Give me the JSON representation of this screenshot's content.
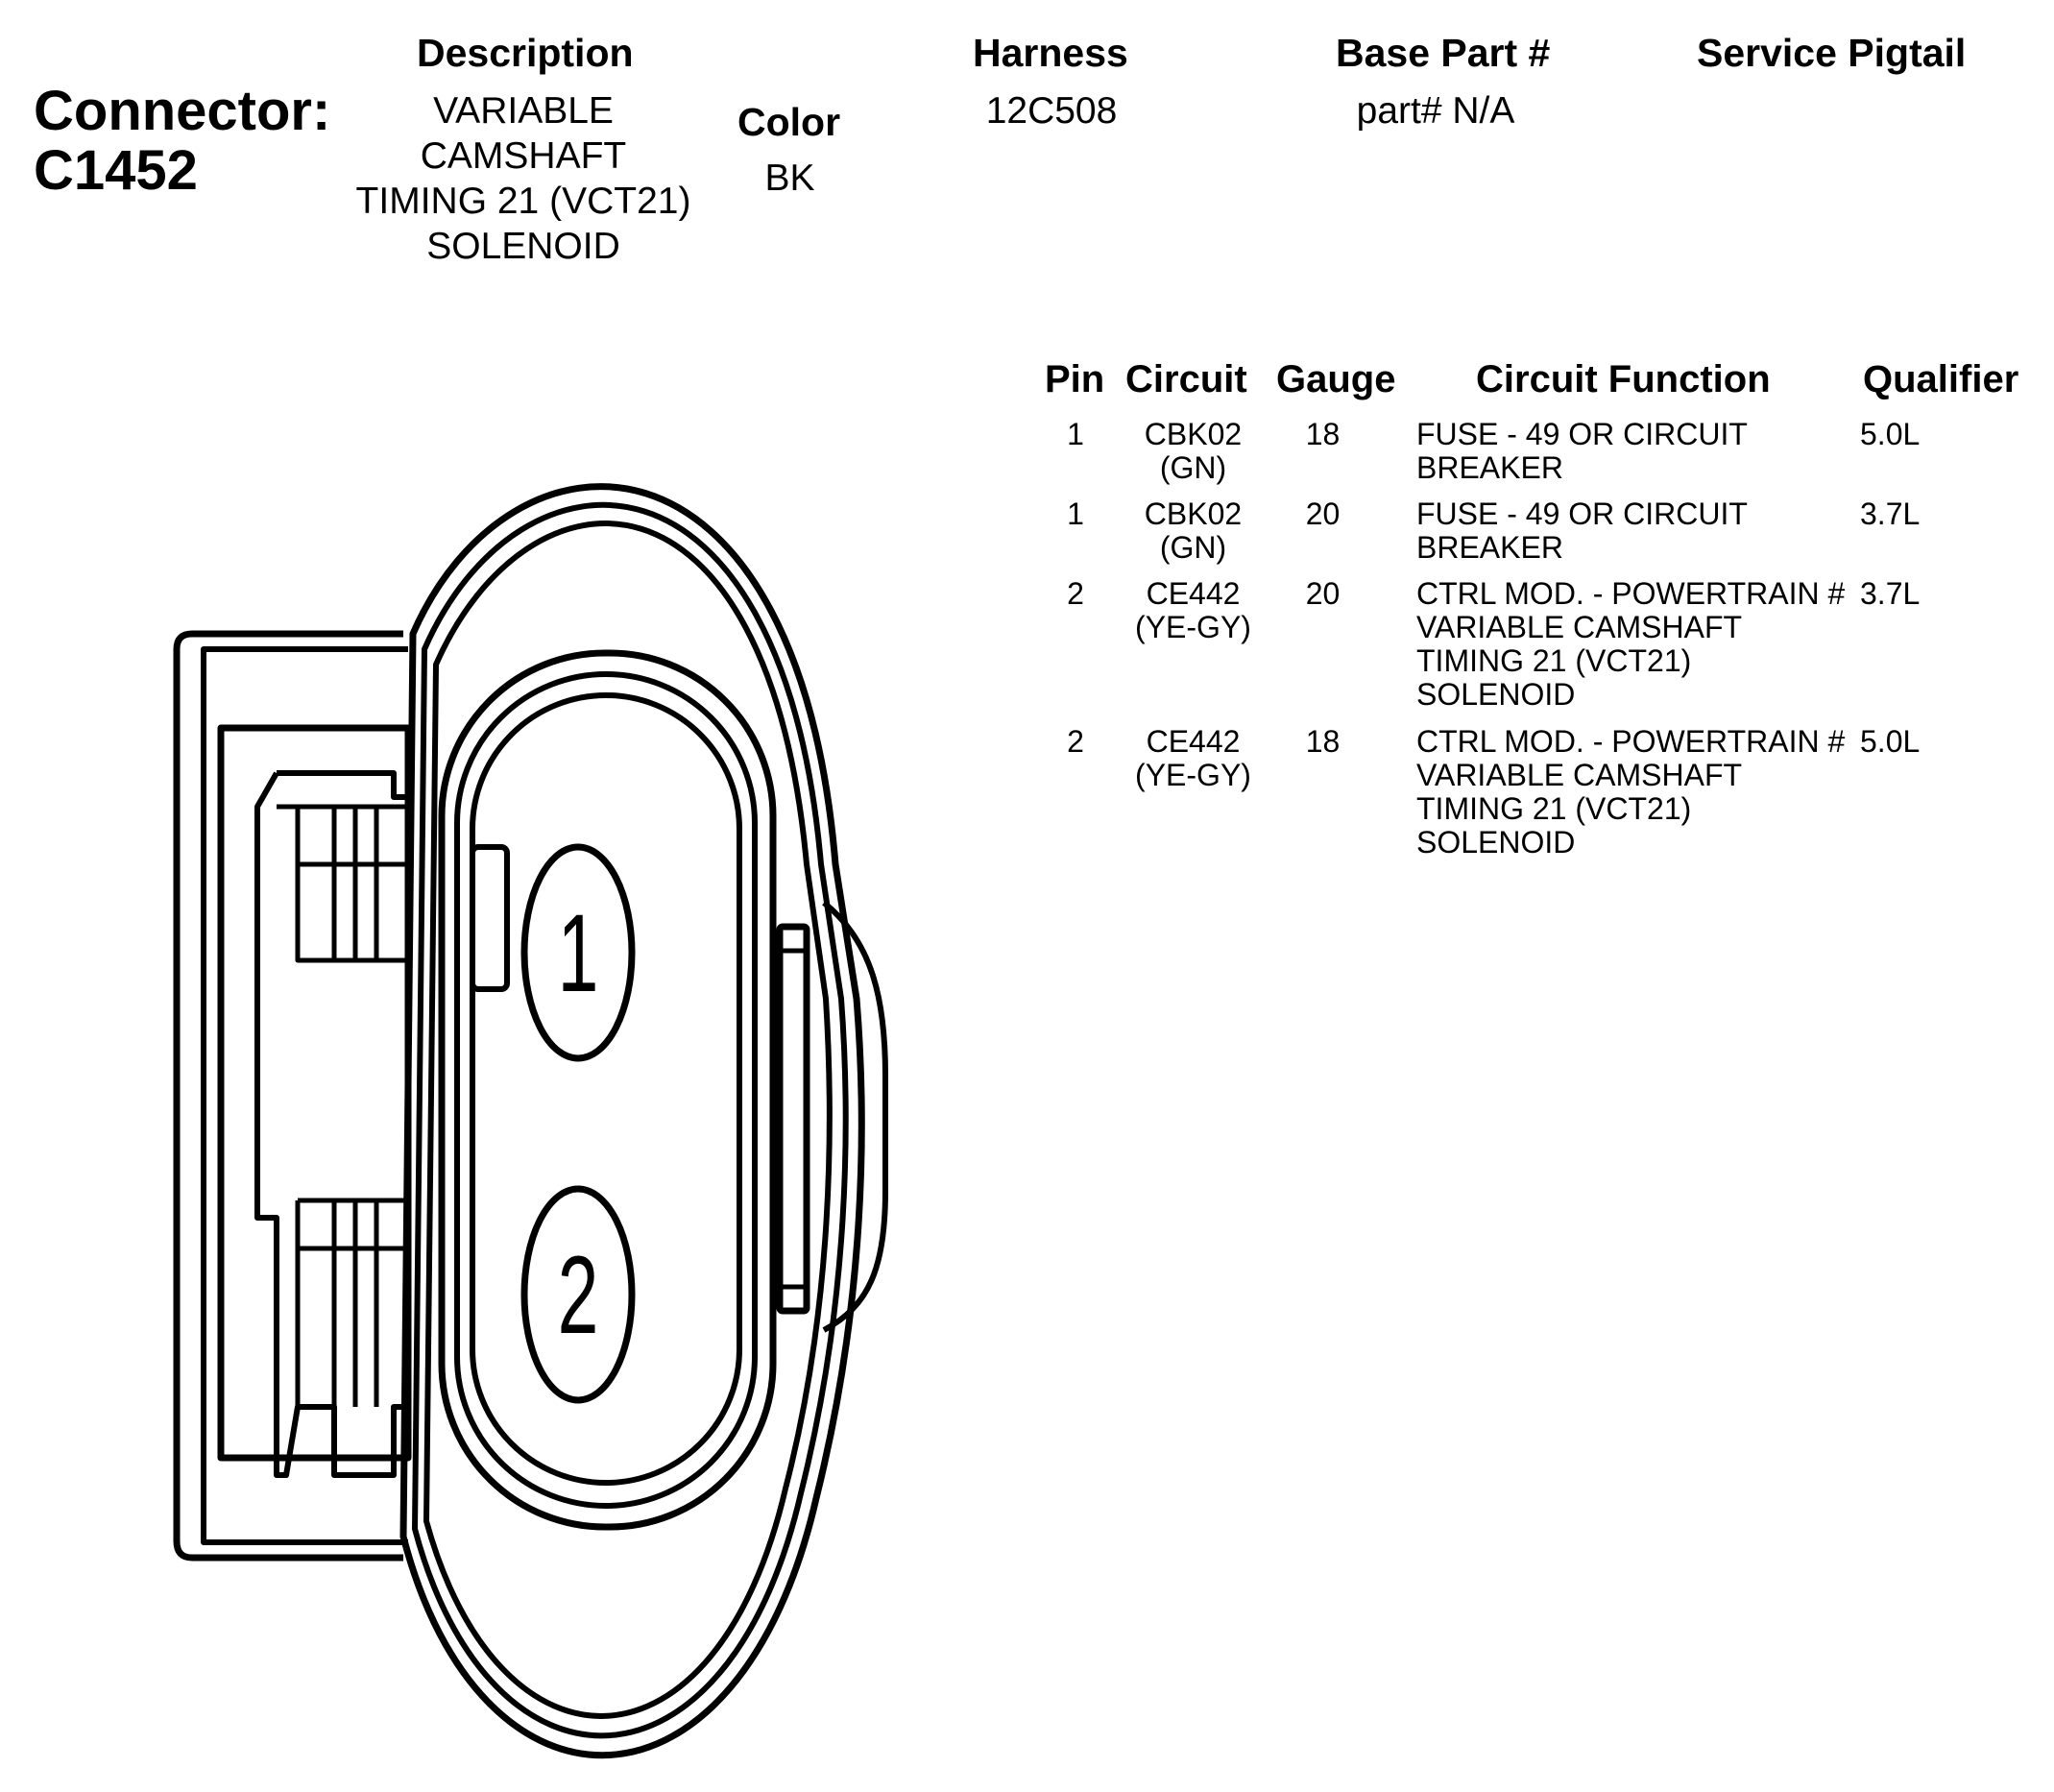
{
  "connector": {
    "label": "Connector:",
    "id": "C1452"
  },
  "description": {
    "header": "Description",
    "value": "VARIABLE\nCAMSHAFT\nTIMING 21 (VCT21)\nSOLENOID"
  },
  "color": {
    "header": "Color",
    "value": "BK"
  },
  "harness": {
    "header": "Harness",
    "value": "12C508"
  },
  "base_part": {
    "header": "Base Part #",
    "value": "part# N/A"
  },
  "service_pigtail": {
    "header": "Service Pigtail"
  },
  "pin_table": {
    "headers": {
      "pin": "Pin",
      "circuit": "Circuit",
      "gauge": "Gauge",
      "function": "Circuit Function",
      "qualifier": "Qualifier"
    },
    "rows": [
      {
        "pin": "1",
        "circuit": "CBK02\n(GN)",
        "gauge": "18",
        "function": "FUSE - 49 OR CIRCUIT\nBREAKER",
        "qualifier": "5.0L"
      },
      {
        "pin": "1",
        "circuit": "CBK02\n(GN)",
        "gauge": "20",
        "function": "FUSE - 49 OR CIRCUIT\nBREAKER",
        "qualifier": "3.7L"
      },
      {
        "pin": "2",
        "circuit": "CE442\n(YE-GY)",
        "gauge": "20",
        "function": "CTRL MOD. - POWERTRAIN #\nVARIABLE CAMSHAFT\nTIMING 21 (VCT21)\nSOLENOID",
        "qualifier": "3.7L"
      },
      {
        "pin": "2",
        "circuit": "CE442\n(YE-GY)",
        "gauge": "18",
        "function": "CTRL MOD. - POWERTRAIN #\nVARIABLE CAMSHAFT\nTIMING 21 (VCT21)\nSOLENOID",
        "qualifier": "5.0L"
      }
    ]
  },
  "drawing": {
    "pin1_label": "1",
    "pin2_label": "2"
  }
}
